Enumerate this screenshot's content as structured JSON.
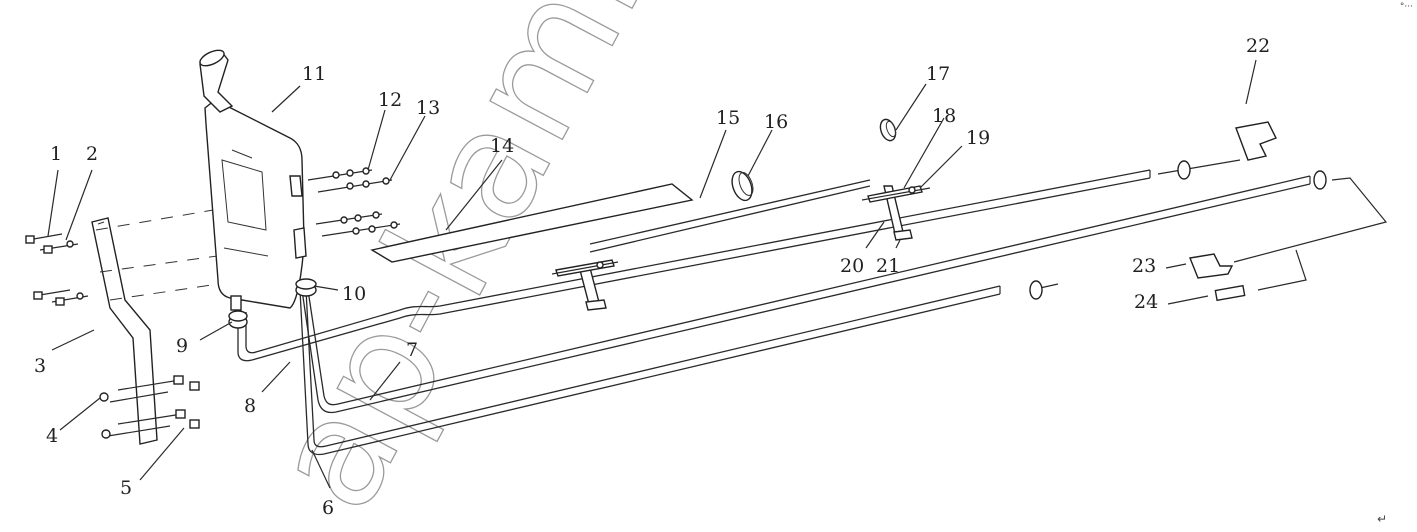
{
  "callouts": [
    "1",
    "2",
    "3",
    "4",
    "5",
    "6",
    "7",
    "8",
    "9",
    "10",
    "11",
    "12",
    "13",
    "14",
    "15",
    "16",
    "17",
    "18",
    "19",
    "20",
    "21",
    "22",
    "23",
    "24"
  ],
  "watermark": "ap-kam.ru",
  "corner_mark": "°···",
  "return_mark": "↵",
  "colors": {
    "line": "#2a2a2a",
    "background": "#ffffff",
    "watermark": "#999999"
  }
}
